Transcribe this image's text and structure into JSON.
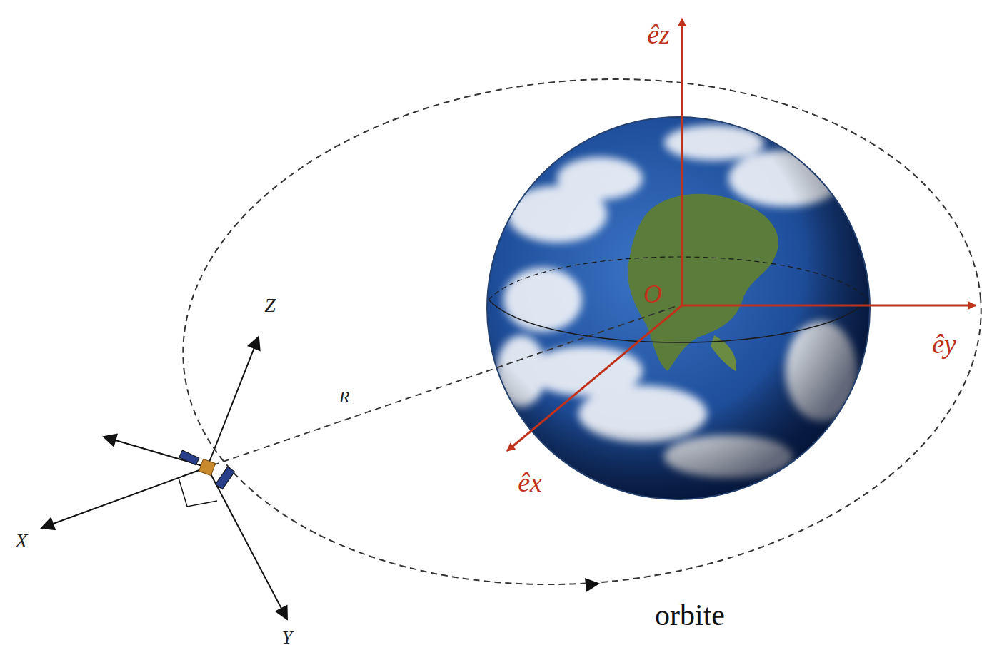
{
  "diagram": {
    "labels": [
      "êz",
      "O",
      "êy",
      "êx",
      "Z",
      "R",
      "X",
      "Y",
      "orbite"
    ]
  }
}
